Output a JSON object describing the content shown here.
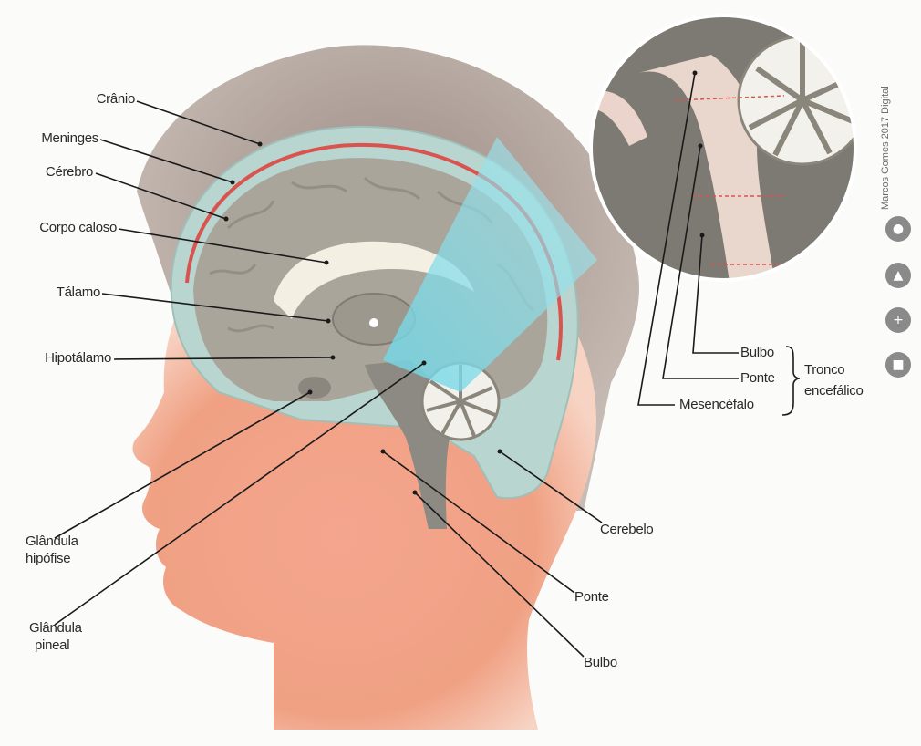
{
  "labels": {
    "cranio": "Crânio",
    "meninges": "Meninges",
    "cerebro": "Cérebro",
    "corpo_caloso": "Corpo caloso",
    "talamo": "Tálamo",
    "hipotalamo": "Hipotálamo",
    "glandula_hipofise_1": "Glândula",
    "glandula_hipofise_2": "hipófise",
    "glandula_pineal_1": "Glândula",
    "glandula_pineal_2": "pineal",
    "cerebelo": "Cerebelo",
    "ponte": "Ponte",
    "bulbo": "Bulbo",
    "inset_bulbo": "Bulbo",
    "inset_ponte": "Ponte",
    "inset_mesencefalo": "Mesencéfalo",
    "tronco_1": "Tronco",
    "tronco_2": "encefálico"
  },
  "credit": "Marcos Gomes 2017 Digital",
  "colors": {
    "skin": "#f2a58c",
    "hair": "#8c7a72",
    "skull": "#b9d6cf",
    "meninges": "#d9534f",
    "brain": "#a9a59a",
    "corpus": "#f3efe3",
    "highlight": "#6fd6e6",
    "leader": "#1a1a1a"
  }
}
